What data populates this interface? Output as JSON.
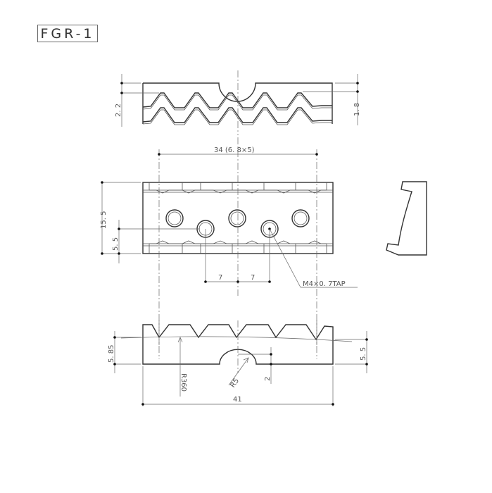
{
  "title": "FGR-1",
  "views": {
    "top": {
      "dim_left": "2. 2",
      "dim_right": "1. 8"
    },
    "front": {
      "dim_width": "34 (6. 8×5)",
      "dim_height": "15. 5",
      "dim_hole_height": "5. 5",
      "dim_spacing_left": "7",
      "dim_spacing_right": "7",
      "tap_label": "M4×0. 7TAP"
    },
    "bottom": {
      "dim_left_height": "5. 85",
      "dim_right_height": "5. 5",
      "radius_large": "R360",
      "radius_small": "R5",
      "notch_depth": "2",
      "dim_length": "41"
    },
    "side": {
      "label": ""
    }
  }
}
